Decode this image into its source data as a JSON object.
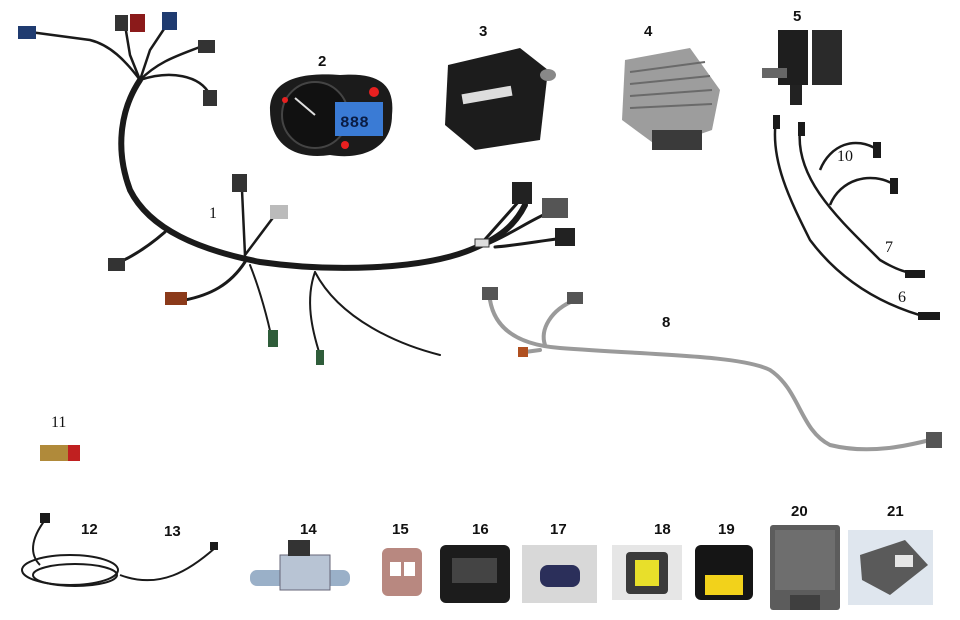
{
  "labels": {
    "p1": "1",
    "p2": "2",
    "p3": "3",
    "p4": "4",
    "p5": "5",
    "p6": "6",
    "p7": "7",
    "p8": "8",
    "p10": "10",
    "p11": "11",
    "p12": "12",
    "p13": "13",
    "p14": "14",
    "p15": "15",
    "p16": "16",
    "p17": "17",
    "p18": "18",
    "p19": "19",
    "p20": "20",
    "p21": "21"
  },
  "dash_display": "888",
  "colors": {
    "wire": "#1a1a1a",
    "harness8": "#9a9a9a",
    "connector19": "#f2d21b",
    "connector18": "#e8df2a",
    "led": "#e82020",
    "lcd": "#3a7bd5"
  }
}
